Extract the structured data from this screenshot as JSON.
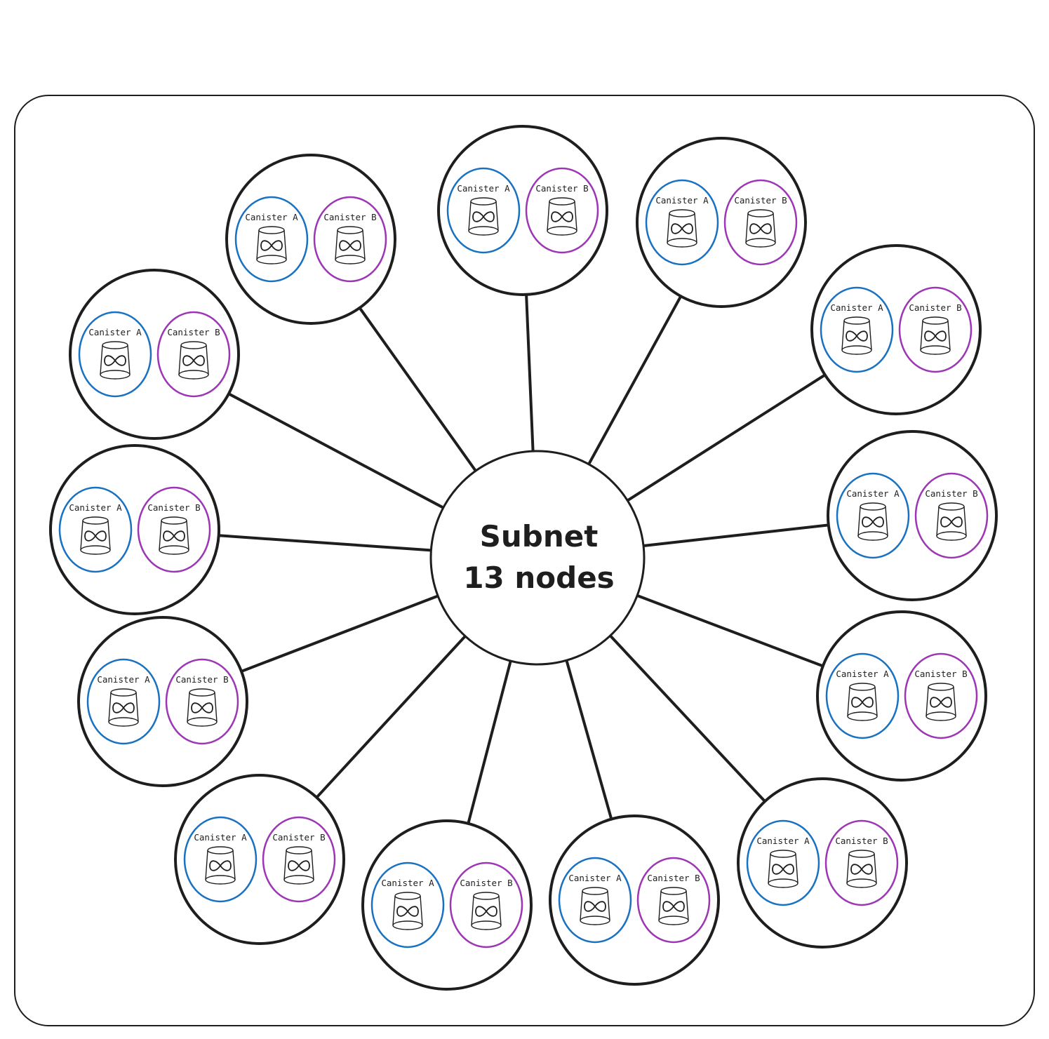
{
  "center": {
    "line1": "Subnet",
    "line2": "13 nodes"
  },
  "canister_a_label": "Canister A",
  "canister_b_label": "Canister B",
  "colors": {
    "stroke": "#1e1e1e",
    "canister_a": "#1971c2",
    "canister_b": "#9c36b5",
    "background": "#ffffff"
  },
  "icons": {
    "canister": "bucket-icon",
    "infinity": "infinity-icon"
  },
  "node_count": 13
}
